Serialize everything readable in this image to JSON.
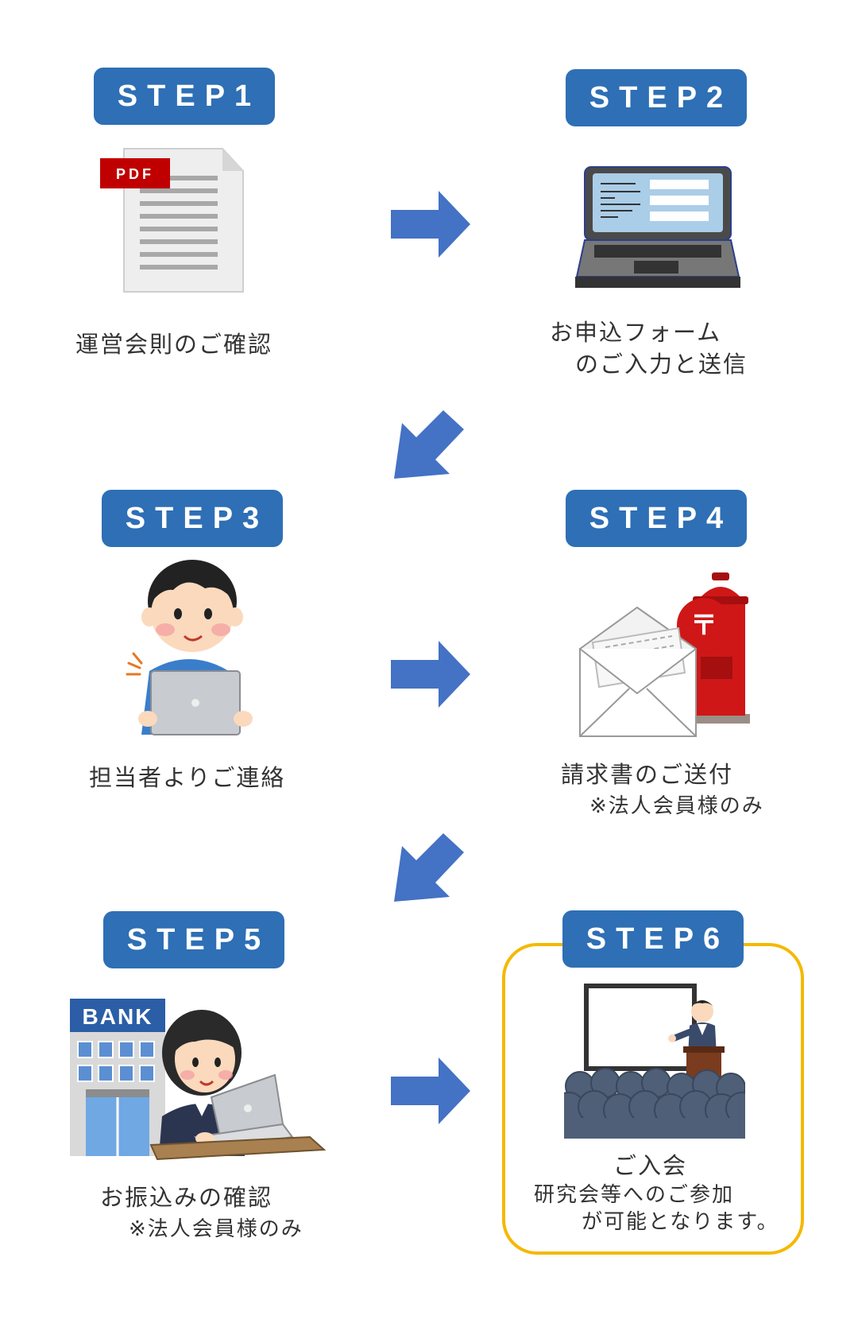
{
  "steps": [
    {
      "label": "STEP1",
      "caption": [
        "運営会則のご確認"
      ]
    },
    {
      "label": "STEP2",
      "caption": [
        "お申込フォーム",
        "のご入力と送信"
      ]
    },
    {
      "label": "STEP3",
      "caption": [
        "担当者よりご連絡"
      ]
    },
    {
      "label": "STEP4",
      "caption": [
        "請求書のご送付",
        "※法人会員様のみ"
      ]
    },
    {
      "label": "STEP5",
      "caption": [
        "お振込みの確認",
        "※法人会員様のみ"
      ]
    },
    {
      "label": "STEP6",
      "caption": [
        "ご入会",
        "研究会等へのご参加",
        "が可能となります。"
      ]
    }
  ],
  "icons": {
    "pdf_tag": "PDF",
    "bank_sign": "BANK"
  },
  "colors": {
    "badge": "#2e6fb5",
    "arrow": "#4472c4",
    "highlight": "#f5b800",
    "pdf_red": "#c00000"
  }
}
